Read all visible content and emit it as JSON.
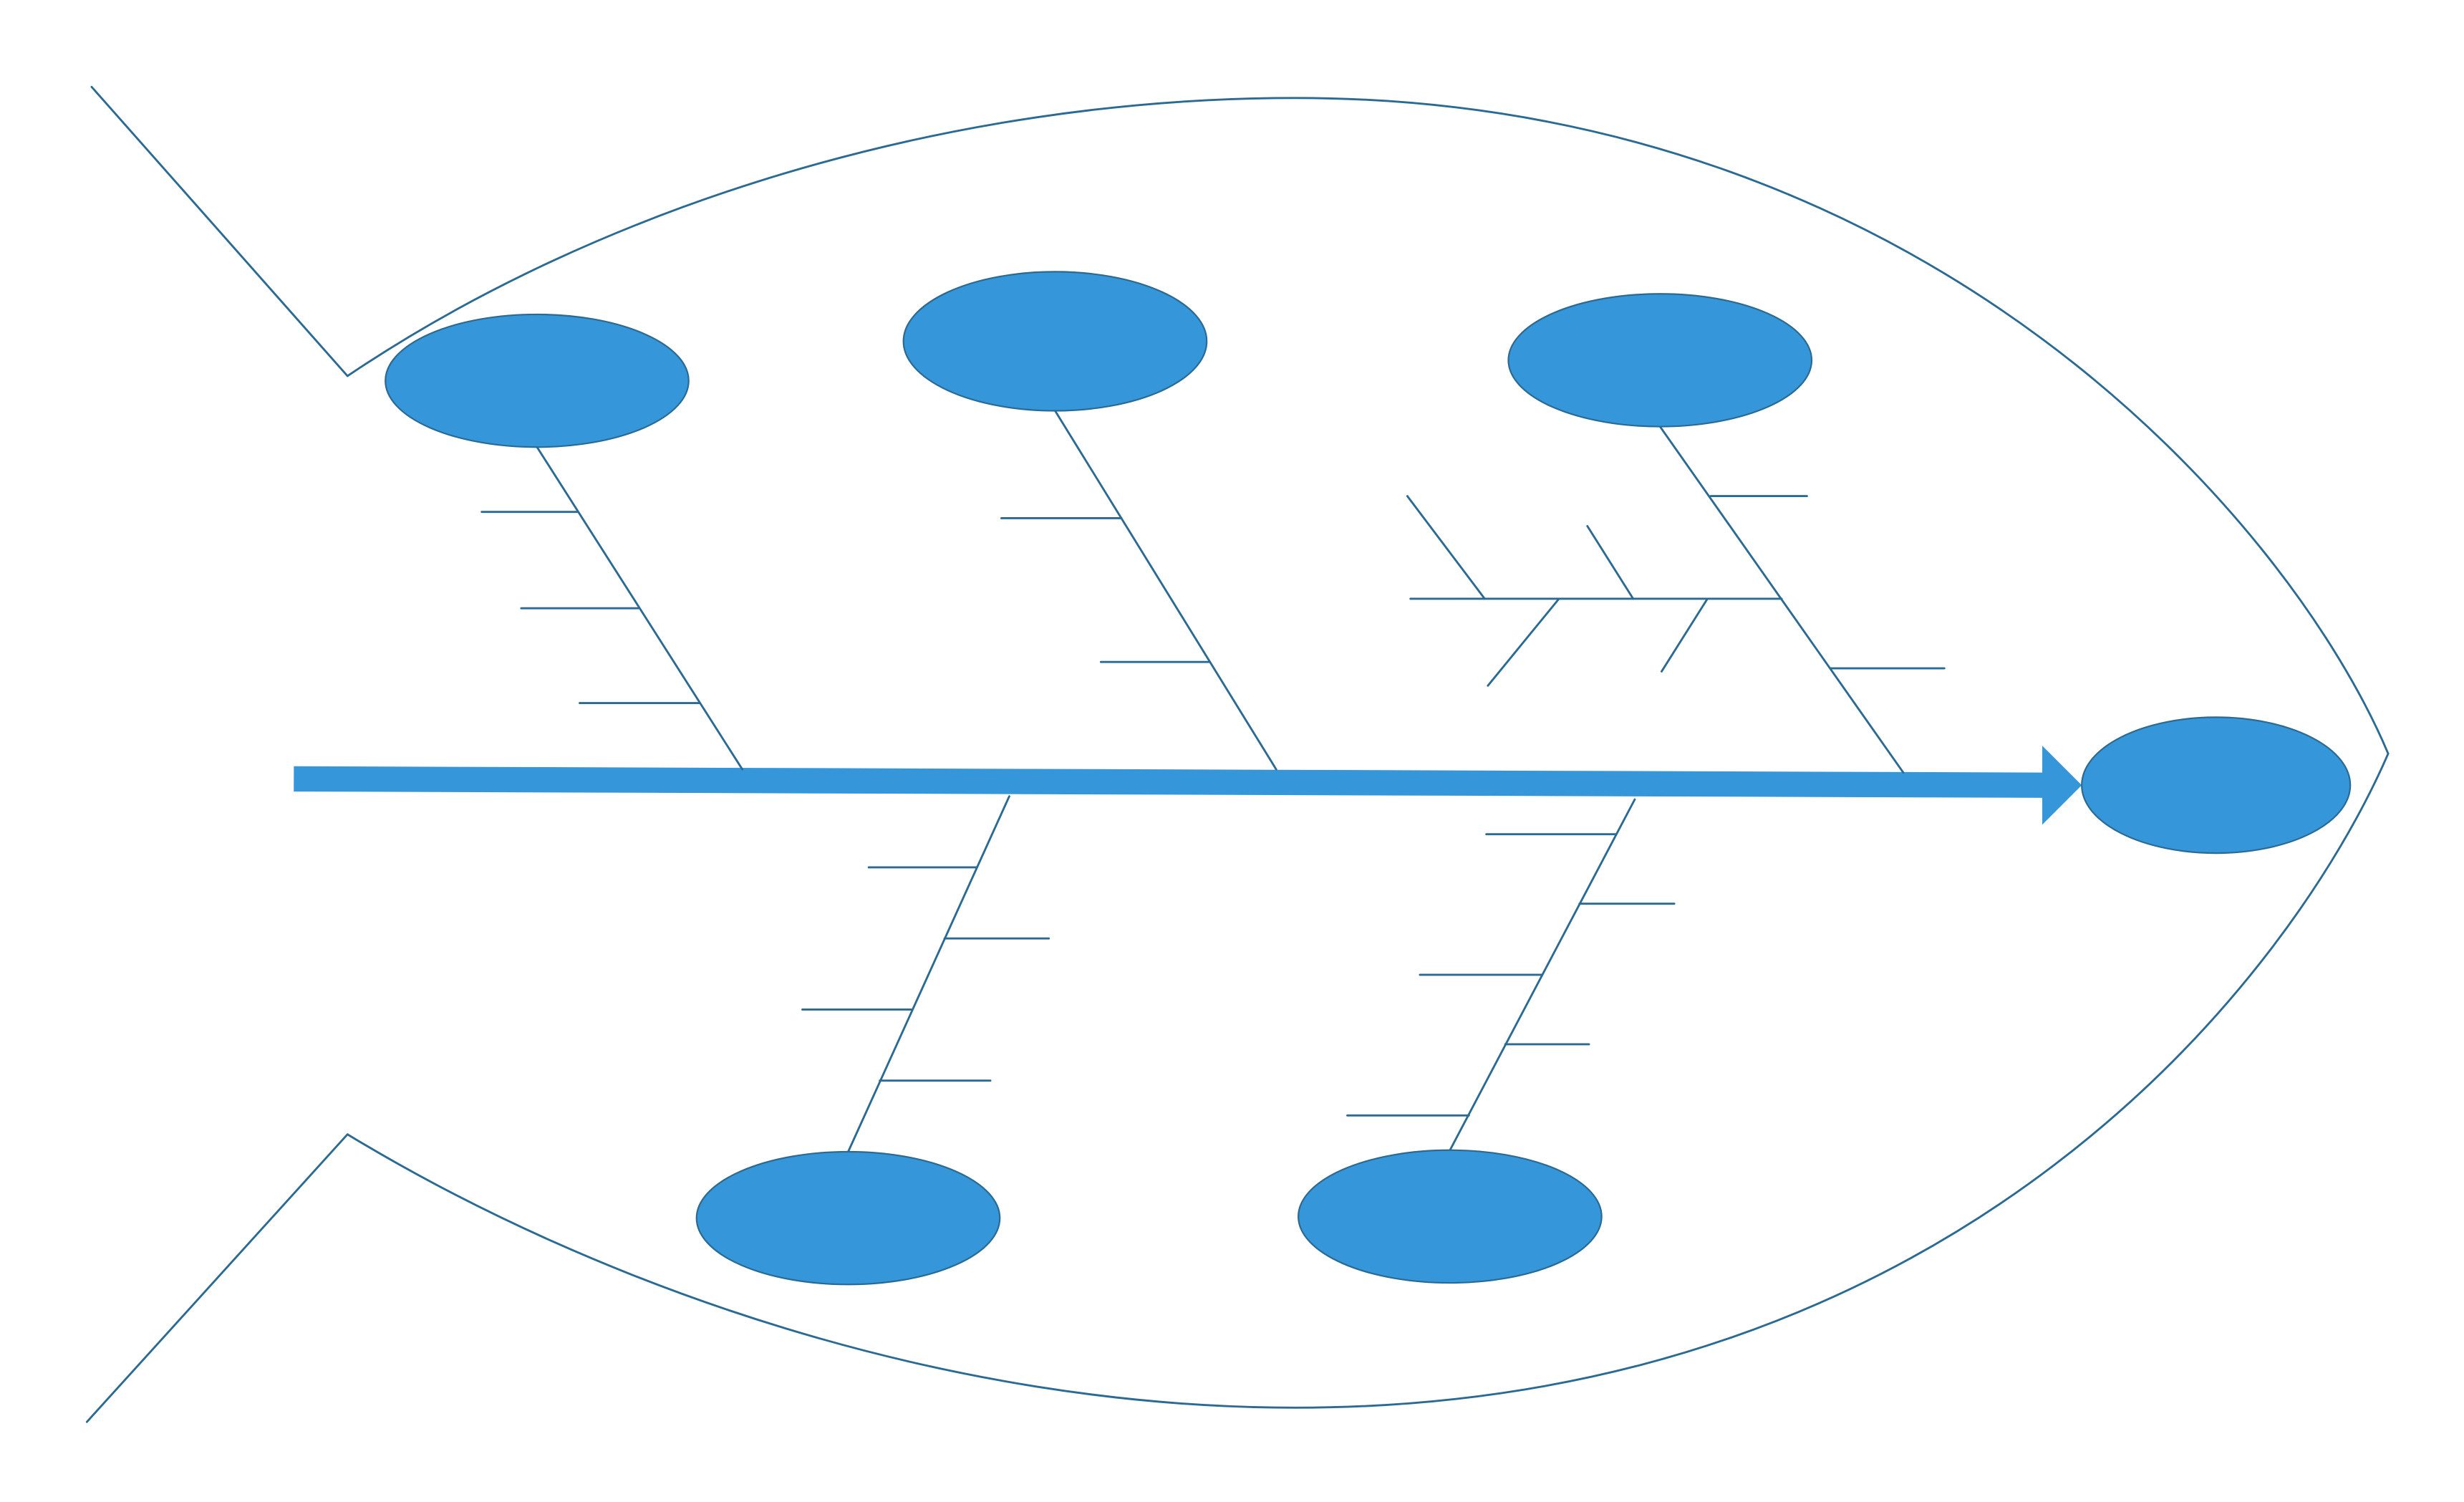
{
  "diagram": {
    "type": "fishbone",
    "colors": {
      "outline": "#2a6a93",
      "fill": "#3597d9",
      "background": "#ffffff"
    },
    "head": {
      "label": ""
    },
    "categories": [
      {
        "position": "top",
        "label": "",
        "causes": 3
      },
      {
        "position": "top",
        "label": "",
        "causes": 2
      },
      {
        "position": "top",
        "label": "",
        "causes": 3
      },
      {
        "position": "bottom",
        "label": "",
        "causes": 4
      },
      {
        "position": "bottom",
        "label": "",
        "causes": 5
      }
    ]
  }
}
